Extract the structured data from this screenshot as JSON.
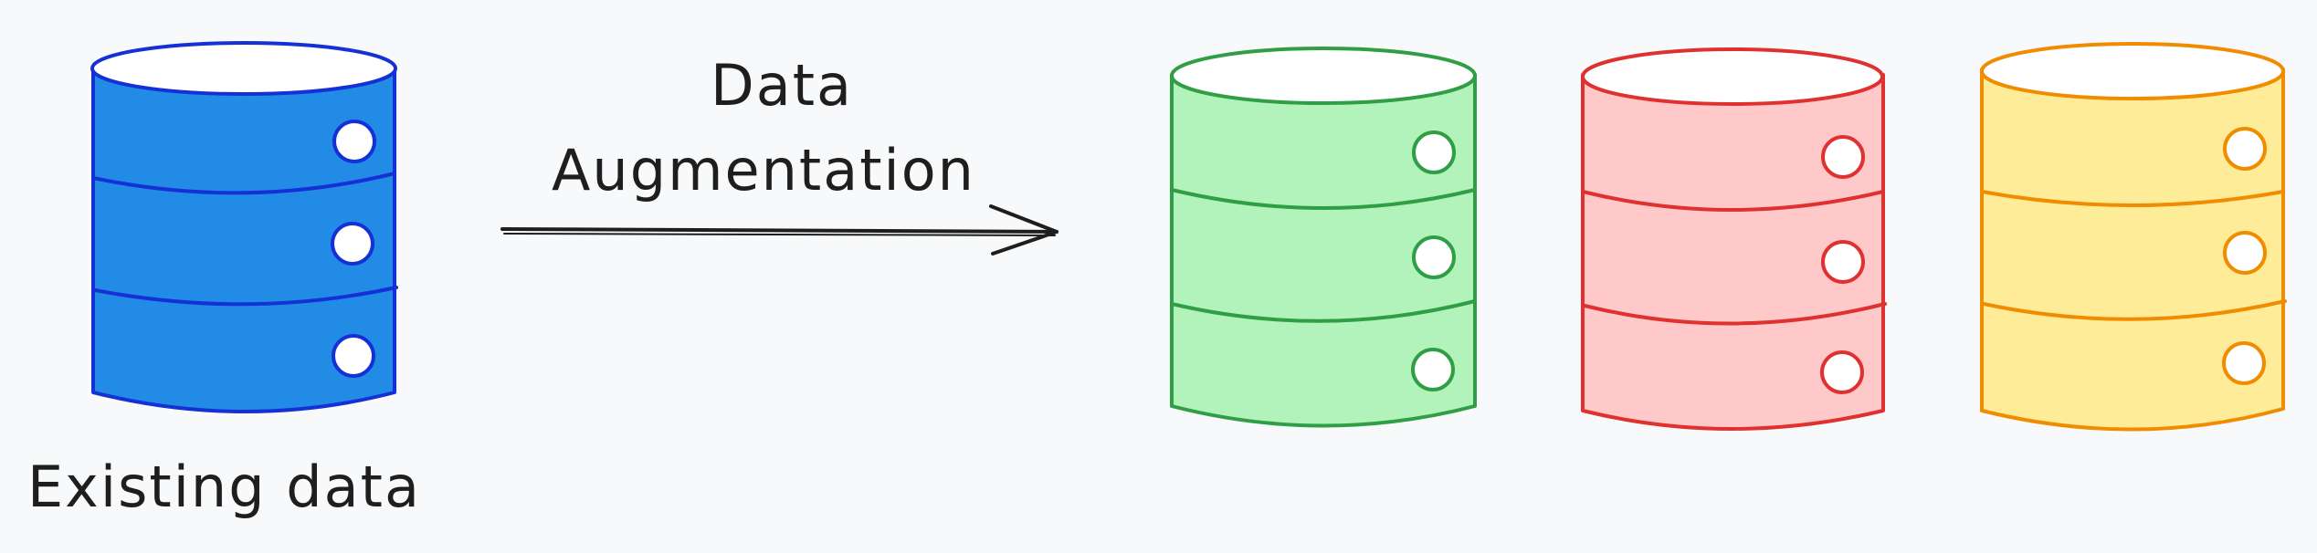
{
  "labels": {
    "source": "Existing data",
    "arrow_line1": "Data",
    "arrow_line2": "Augmentation"
  },
  "colors": {
    "background": "#f8f9fa",
    "ink": "#1e1e1e",
    "source_fill": "#228be6",
    "source_stroke": "#1971c2",
    "green_fill": "#b2f2bb",
    "green_stroke": "#2f9e44",
    "red_fill": "#ffc9c9",
    "red_stroke": "#e03131",
    "yellow_fill": "#ffec99",
    "yellow_stroke": "#f08c00",
    "knob_fill": "#ffffff"
  },
  "databases": [
    {
      "name": "existing-database",
      "fill": "#228be6",
      "stroke": "#1531d6"
    },
    {
      "name": "augmented-database-green",
      "fill": "#b2f2bb",
      "stroke": "#2f9e44"
    },
    {
      "name": "augmented-database-red",
      "fill": "#ffc9c9",
      "stroke": "#e03131"
    },
    {
      "name": "augmented-database-yellow",
      "fill": "#ffec99",
      "stroke": "#f08c00"
    }
  ]
}
